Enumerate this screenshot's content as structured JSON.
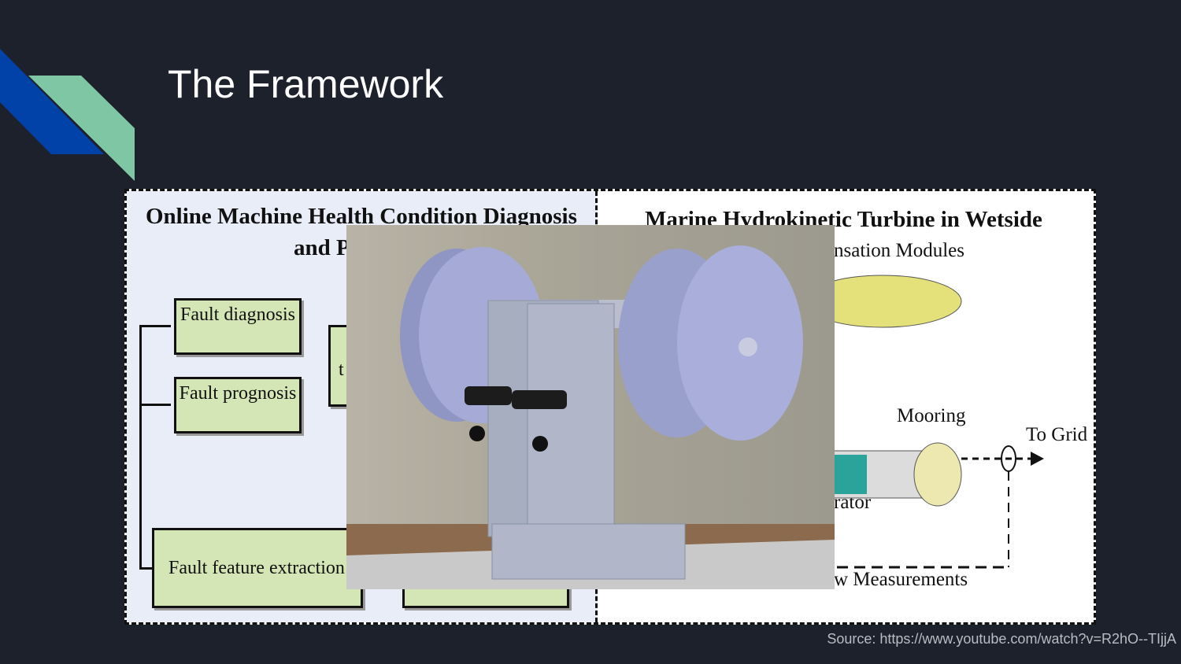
{
  "slide": {
    "title": "The Framework",
    "source": "Source: https://www.youtube.com/watch?v=R2hO--TIjjA"
  },
  "left_panel": {
    "title_line1": "Online Machine Health Condition Diagnosis",
    "title_line2": "and P",
    "boxes": {
      "diagnosis": "Fault diagnosis",
      "prognosis": "Fault prognosis",
      "feature": "Fault feature extraction",
      "partial": "t"
    }
  },
  "right_panel": {
    "title": "Marine Hydrokinetic Turbine in Wetside",
    "labels": {
      "modules": "nsation Modules",
      "mooring": "Mooring",
      "to_grid": "To Grid",
      "generator": "rator",
      "measurements": "w Measurements"
    }
  },
  "colors": {
    "background": "#1c212c",
    "accent_blue": "#0042a8",
    "accent_green": "#7fc6a4",
    "box_green": "#d4e6b5"
  }
}
